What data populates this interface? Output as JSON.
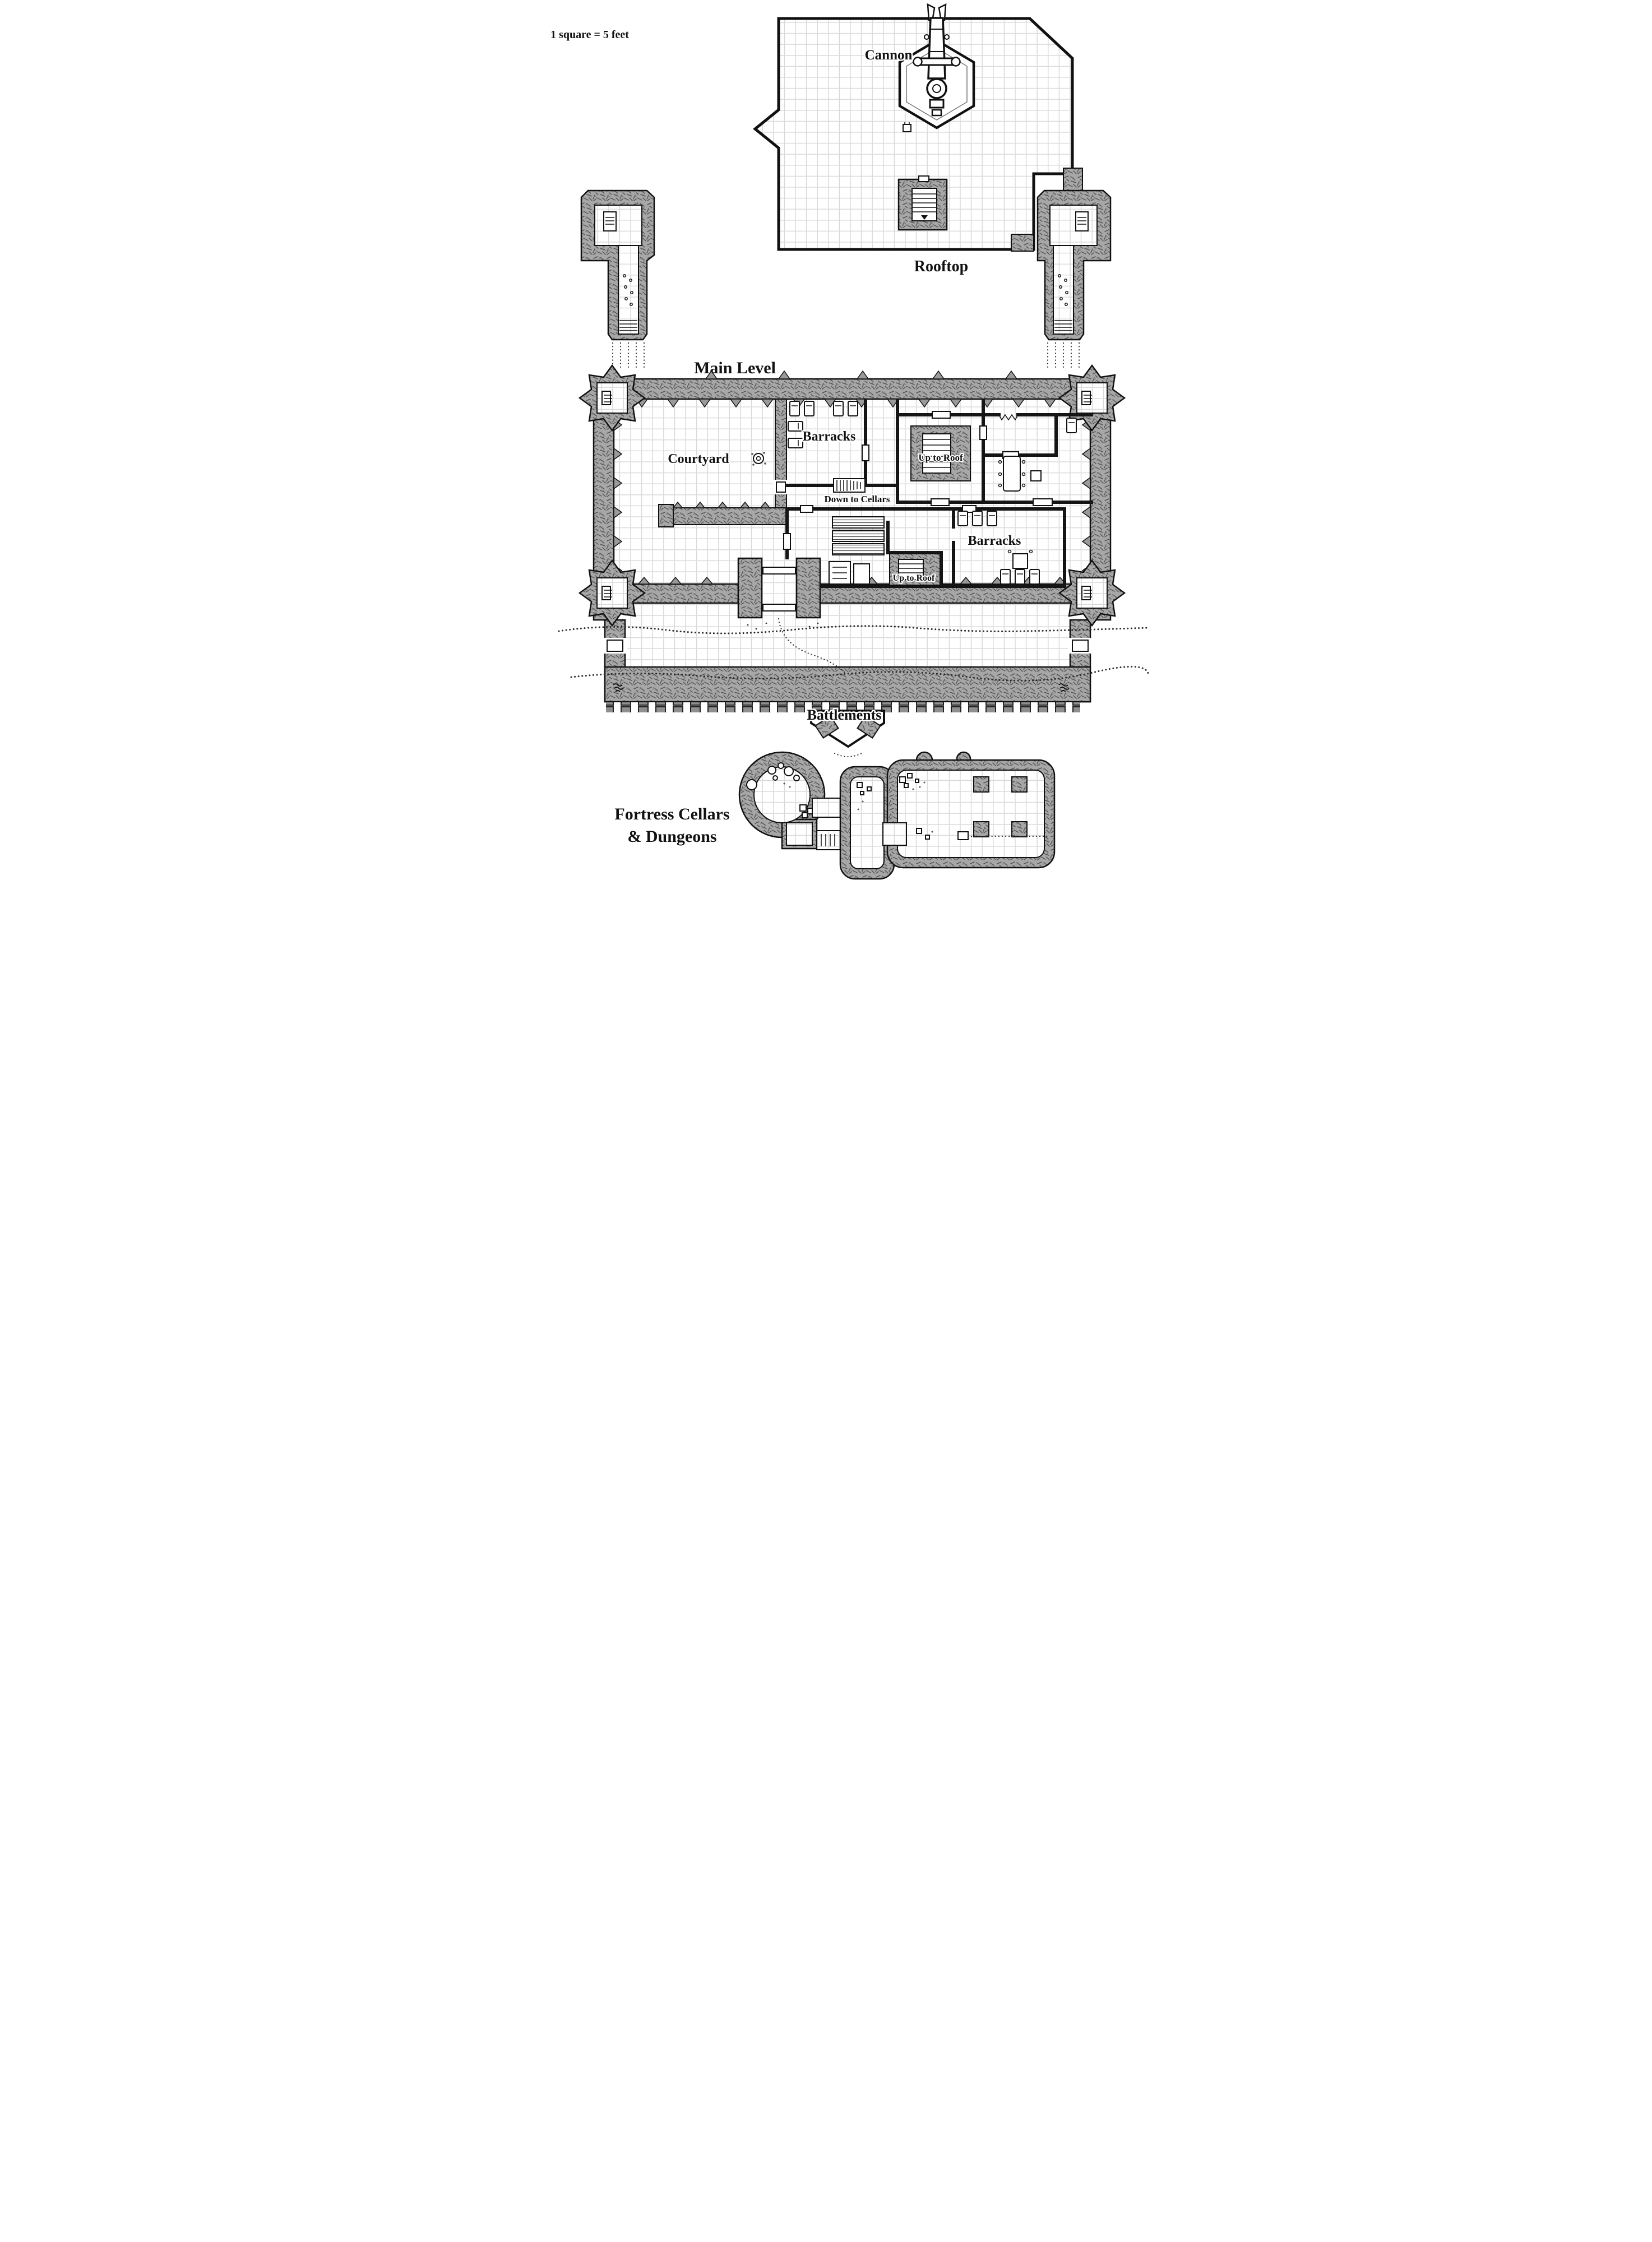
{
  "map": {
    "scale_note": "1 square = 5 feet",
    "rooftop": {
      "title": "Rooftop",
      "cannon": "Cannon"
    },
    "main_level": {
      "title": "Main Level",
      "courtyard": "Courtyard",
      "barracks_north": "Barracks",
      "barracks_south": "Barracks",
      "up_to_roof_north": "Up to Roof",
      "up_to_roof_south": "Up to Roof",
      "down_to_cellars": "Down to Cellars",
      "battlements": "Battlements"
    },
    "cellars": {
      "title_line1": "Fortress Cellars",
      "title_line2": "& Dungeons"
    },
    "colors": {
      "paper": "#ffffff",
      "wall_fill": "#a7a7a7",
      "wall_hatch": "#565656",
      "outline": "#111111",
      "grid_line": "#d8d8d8",
      "merlon_fill": "#8f8f8f",
      "terrain_dots": "#2a2a2a"
    }
  }
}
